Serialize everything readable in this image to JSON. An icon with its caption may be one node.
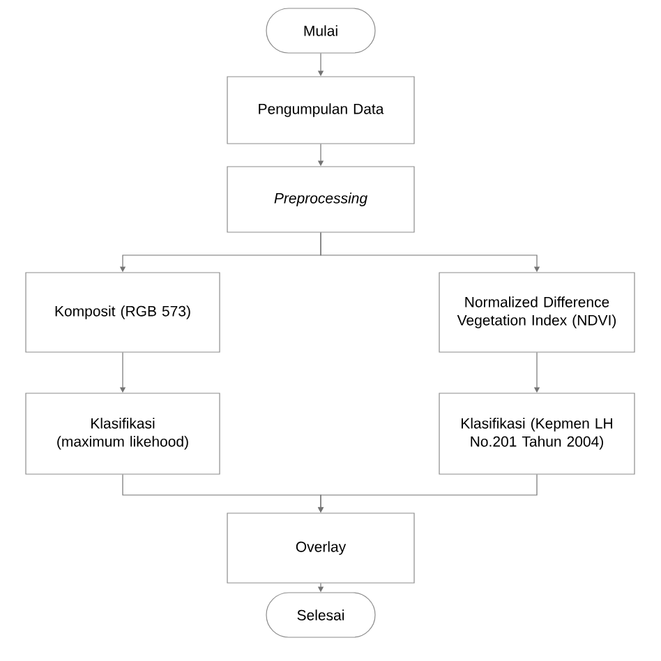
{
  "diagram": {
    "nodes": [
      {
        "text": [
          "Mulai"
        ]
      },
      {
        "text": [
          "Pengumpulan Data"
        ]
      },
      {
        "text": [
          "Preprocessing"
        ]
      },
      {
        "text": [
          "Komposit (RGB 573)"
        ]
      },
      {
        "text": [
          "Normalized Difference Vegetation Index (NDVI)"
        ]
      },
      {
        "text": [
          "Klasifikasi (maximum likehood)"
        ]
      },
      {
        "text": [
          "Klasifikasi (Kepmen LH No.201 Tahun 2004)"
        ]
      },
      {
        "text": [
          "Overlay"
        ]
      },
      {
        "text": [
          "Selesai"
        ]
      }
    ],
    "edges": [
      {
        "from": 0,
        "to": 1,
        "arrow": "to"
      },
      {
        "from": 1,
        "to": 2,
        "arrow": "to"
      },
      {
        "from": 2,
        "to": 3,
        "arrow": "to"
      },
      {
        "from": 2,
        "to": 4,
        "arrow": "to"
      },
      {
        "from": 3,
        "to": 5,
        "arrow": "to"
      },
      {
        "from": 4,
        "to": 6,
        "arrow": "to"
      },
      {
        "from": 5,
        "to": 7,
        "arrow": "to"
      },
      {
        "from": 6,
        "to": 7,
        "arrow": "to"
      },
      {
        "from": 7,
        "to": 8,
        "arrow": "to"
      }
    ]
  }
}
